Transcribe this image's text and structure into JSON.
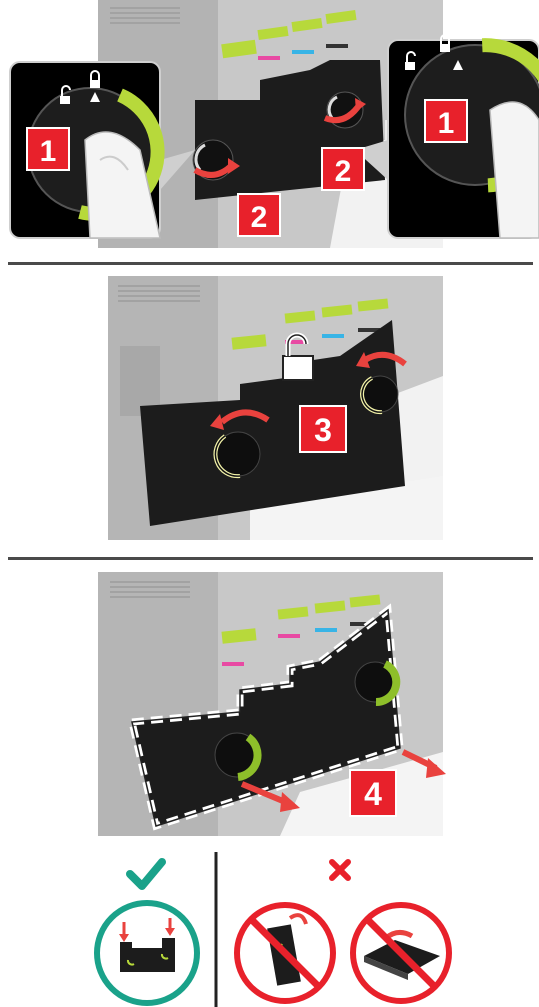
{
  "steps": {
    "panel1": {
      "callout_left": "1",
      "callout_right": "1",
      "badge_a": "2",
      "badge_b": "2"
    },
    "panel2": {
      "badge": "3"
    },
    "panel3": {
      "badge": "4"
    }
  },
  "bottom": {
    "correct_symbol": "check-icon",
    "incorrect_symbol": "cross-icon"
  },
  "colors": {
    "step_red": "#e8212b",
    "toner_yellow": "#b7d93b",
    "toner_magenta": "#e84aa3",
    "toner_cyan": "#38b4e6",
    "ok_teal": "#1aa28a",
    "no_red": "#e8212b",
    "arrow_red": "#e9423e"
  }
}
